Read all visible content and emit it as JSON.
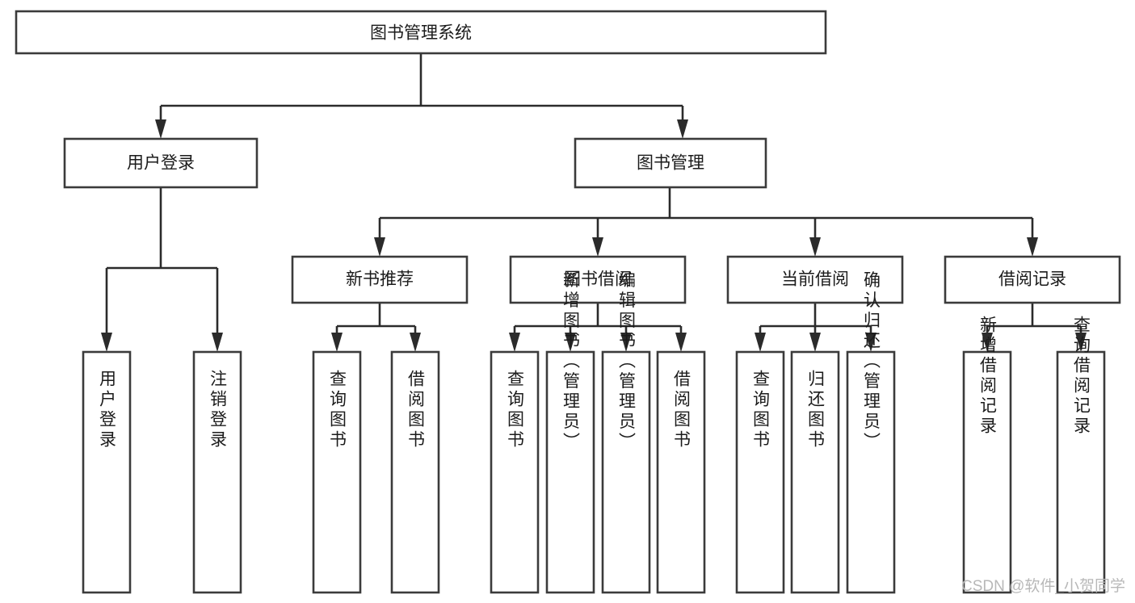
{
  "diagram": {
    "type": "tree-hierarchy",
    "title": "图书管理系统",
    "background_color": "#ffffff",
    "box_stroke_color": "#3b3b3b",
    "connector_color": "#2b2b2b",
    "text_color": "#1b1b1b",
    "levels": [
      {
        "level": 1,
        "nodes": [
          {
            "id": "root",
            "label": "图书管理系统",
            "orientation": "horizontal"
          }
        ]
      },
      {
        "level": 2,
        "nodes": [
          {
            "id": "user-login",
            "label": "用户登录",
            "orientation": "horizontal",
            "parent": "root"
          },
          {
            "id": "book-manage",
            "label": "图书管理",
            "orientation": "horizontal",
            "parent": "root"
          }
        ]
      },
      {
        "level": 3,
        "nodes": [
          {
            "id": "new-book-rec",
            "label": "新书推荐",
            "orientation": "horizontal",
            "parent": "book-manage"
          },
          {
            "id": "book-borrow",
            "label": "图书借阅",
            "orientation": "horizontal",
            "parent": "book-manage"
          },
          {
            "id": "current-borrow",
            "label": "当前借阅",
            "orientation": "horizontal",
            "parent": "book-manage"
          },
          {
            "id": "borrow-record",
            "label": "借阅记录",
            "orientation": "horizontal",
            "parent": "book-manage"
          }
        ]
      },
      {
        "level": 4,
        "nodes": [
          {
            "id": "leaf-user-login",
            "label": "用户登录",
            "orientation": "vertical",
            "parent": "user-login"
          },
          {
            "id": "leaf-logout",
            "label": "注销登录",
            "orientation": "vertical",
            "parent": "user-login"
          },
          {
            "id": "leaf-query-book-1",
            "label": "查询图书",
            "orientation": "vertical",
            "parent": "new-book-rec"
          },
          {
            "id": "leaf-borrow-book-1",
            "label": "借阅图书",
            "orientation": "vertical",
            "parent": "new-book-rec"
          },
          {
            "id": "leaf-query-book-2",
            "label": "查询图书",
            "orientation": "vertical",
            "parent": "book-borrow"
          },
          {
            "id": "leaf-add-book",
            "label": "新增图书（管理员）",
            "orientation": "vertical",
            "parent": "book-borrow"
          },
          {
            "id": "leaf-edit-book",
            "label": "编辑图书（管理员）",
            "orientation": "vertical",
            "parent": "book-borrow"
          },
          {
            "id": "leaf-borrow-book-2",
            "label": "借阅图书",
            "orientation": "vertical",
            "parent": "book-borrow"
          },
          {
            "id": "leaf-query-book-3",
            "label": "查询图书",
            "orientation": "vertical",
            "parent": "current-borrow"
          },
          {
            "id": "leaf-return-book",
            "label": "归还图书",
            "orientation": "vertical",
            "parent": "current-borrow"
          },
          {
            "id": "leaf-confirm-return",
            "label": "确认归还（管理员）",
            "orientation": "vertical",
            "parent": "current-borrow"
          },
          {
            "id": "leaf-add-record",
            "label": "新增借阅记录",
            "orientation": "vertical",
            "parent": "borrow-record"
          },
          {
            "id": "leaf-query-record",
            "label": "查询借阅记录",
            "orientation": "vertical",
            "parent": "borrow-record"
          }
        ]
      }
    ]
  },
  "watermark": {
    "text": "CSDN @软件_小贺同学",
    "color": "#b8b8b8"
  }
}
